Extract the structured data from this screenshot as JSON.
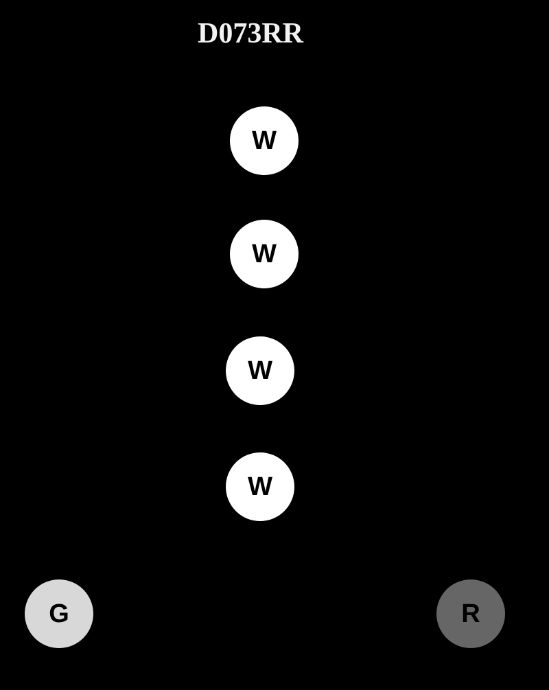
{
  "title": "D073RR",
  "terminals": [
    {
      "label": "W",
      "color": "#ffffff"
    },
    {
      "label": "W",
      "color": "#ffffff"
    },
    {
      "label": "W",
      "color": "#ffffff"
    },
    {
      "label": "W",
      "color": "#ffffff"
    },
    {
      "label": "G",
      "color": "#d8d8d8"
    },
    {
      "label": "R",
      "color": "#666666"
    }
  ]
}
